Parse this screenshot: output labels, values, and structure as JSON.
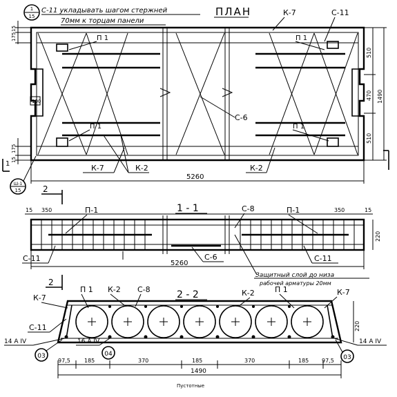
{
  "plan": {
    "title": "ПЛАН",
    "note_line1": "С-11 укладывать шагом стержней",
    "note_line2": "70мм к торцам панели",
    "callout_top": {
      "num": "1",
      "den": "15"
    },
    "callout_bottom": {
      "num": "Ш-1",
      "den": "15"
    },
    "labels": {
      "k7_top": "К-7",
      "c11_top": "С-11",
      "p1_ul": "П 1",
      "p1_ur": "П 1",
      "p1_ll": "П 1",
      "p1_lr": "П 1",
      "c6": "С-6",
      "k7_bottom": "К-7",
      "k2_bl": "К-2",
      "k2_br": "К-2"
    },
    "dims": {
      "left_top": "175",
      "left_15a": "15",
      "left_15b": "15",
      "left_175b": "175",
      "right_510a": "510",
      "right_470": "470",
      "right_510b": "510",
      "right_total": "1490",
      "inner_100": "100",
      "total_length": "5260",
      "section_mark": "1"
    }
  },
  "section11": {
    "title": "1 - 1",
    "section_mark": "2",
    "labels": {
      "p1_left": "П-1",
      "p1_right": "П-1",
      "c8": "С-8",
      "c11_left": "С-11",
      "c11_right": "С-11",
      "c6": "С-6"
    },
    "dims": {
      "left_15": "15",
      "left_350": "350",
      "right_350": "350",
      "right_15": "15",
      "height": "220",
      "total": "5260"
    },
    "note_line1": "Защитный слой до низа",
    "note_line2": "рабочей арматуры 20мм"
  },
  "section22": {
    "title": "2 - 2",
    "section_mark": "2",
    "labels": {
      "k7_left": "К-7",
      "p1_left": "П 1",
      "k2_left": "К-2",
      "c8": "С-8",
      "k2_right": "К-2",
      "p1_right": "П 1",
      "k7_right": "К-7",
      "c11": "С-11",
      "bar_left": "14 А IV",
      "bar_mid": "16 А IV",
      "bar_right": "14 А IV",
      "circle_03_left": "03",
      "circle_04": "04",
      "circle_03_right": "03"
    },
    "dims": {
      "d975a": "97,5",
      "d185a": "185",
      "d370a": "370",
      "d185b": "185",
      "d370b": "370",
      "d185c": "185",
      "d975b": "97,5",
      "total": "1490",
      "height": "220",
      "bottom_caption": "Пустотные"
    }
  }
}
